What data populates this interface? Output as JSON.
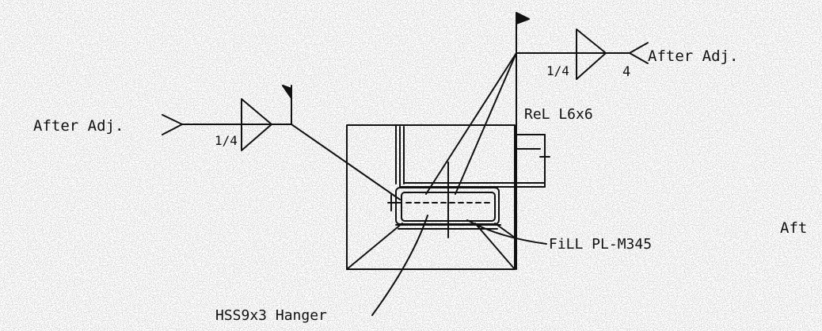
{
  "colors": {
    "ink": "#111111",
    "paper": "#ffffff",
    "speckle": "#9a9a9a"
  },
  "labels": {
    "weld_left_note": "After Adj.",
    "weld_left_size": "1/4",
    "weld_top_note": "After Adj.",
    "weld_top_size": "1/4",
    "weld_top_length": "4",
    "angle_member": "ReL L6x6",
    "fill_plate": "FiLL PL-M345",
    "hanger_member": "HSS9x3 Hanger",
    "edge_fragment": "Aft"
  }
}
